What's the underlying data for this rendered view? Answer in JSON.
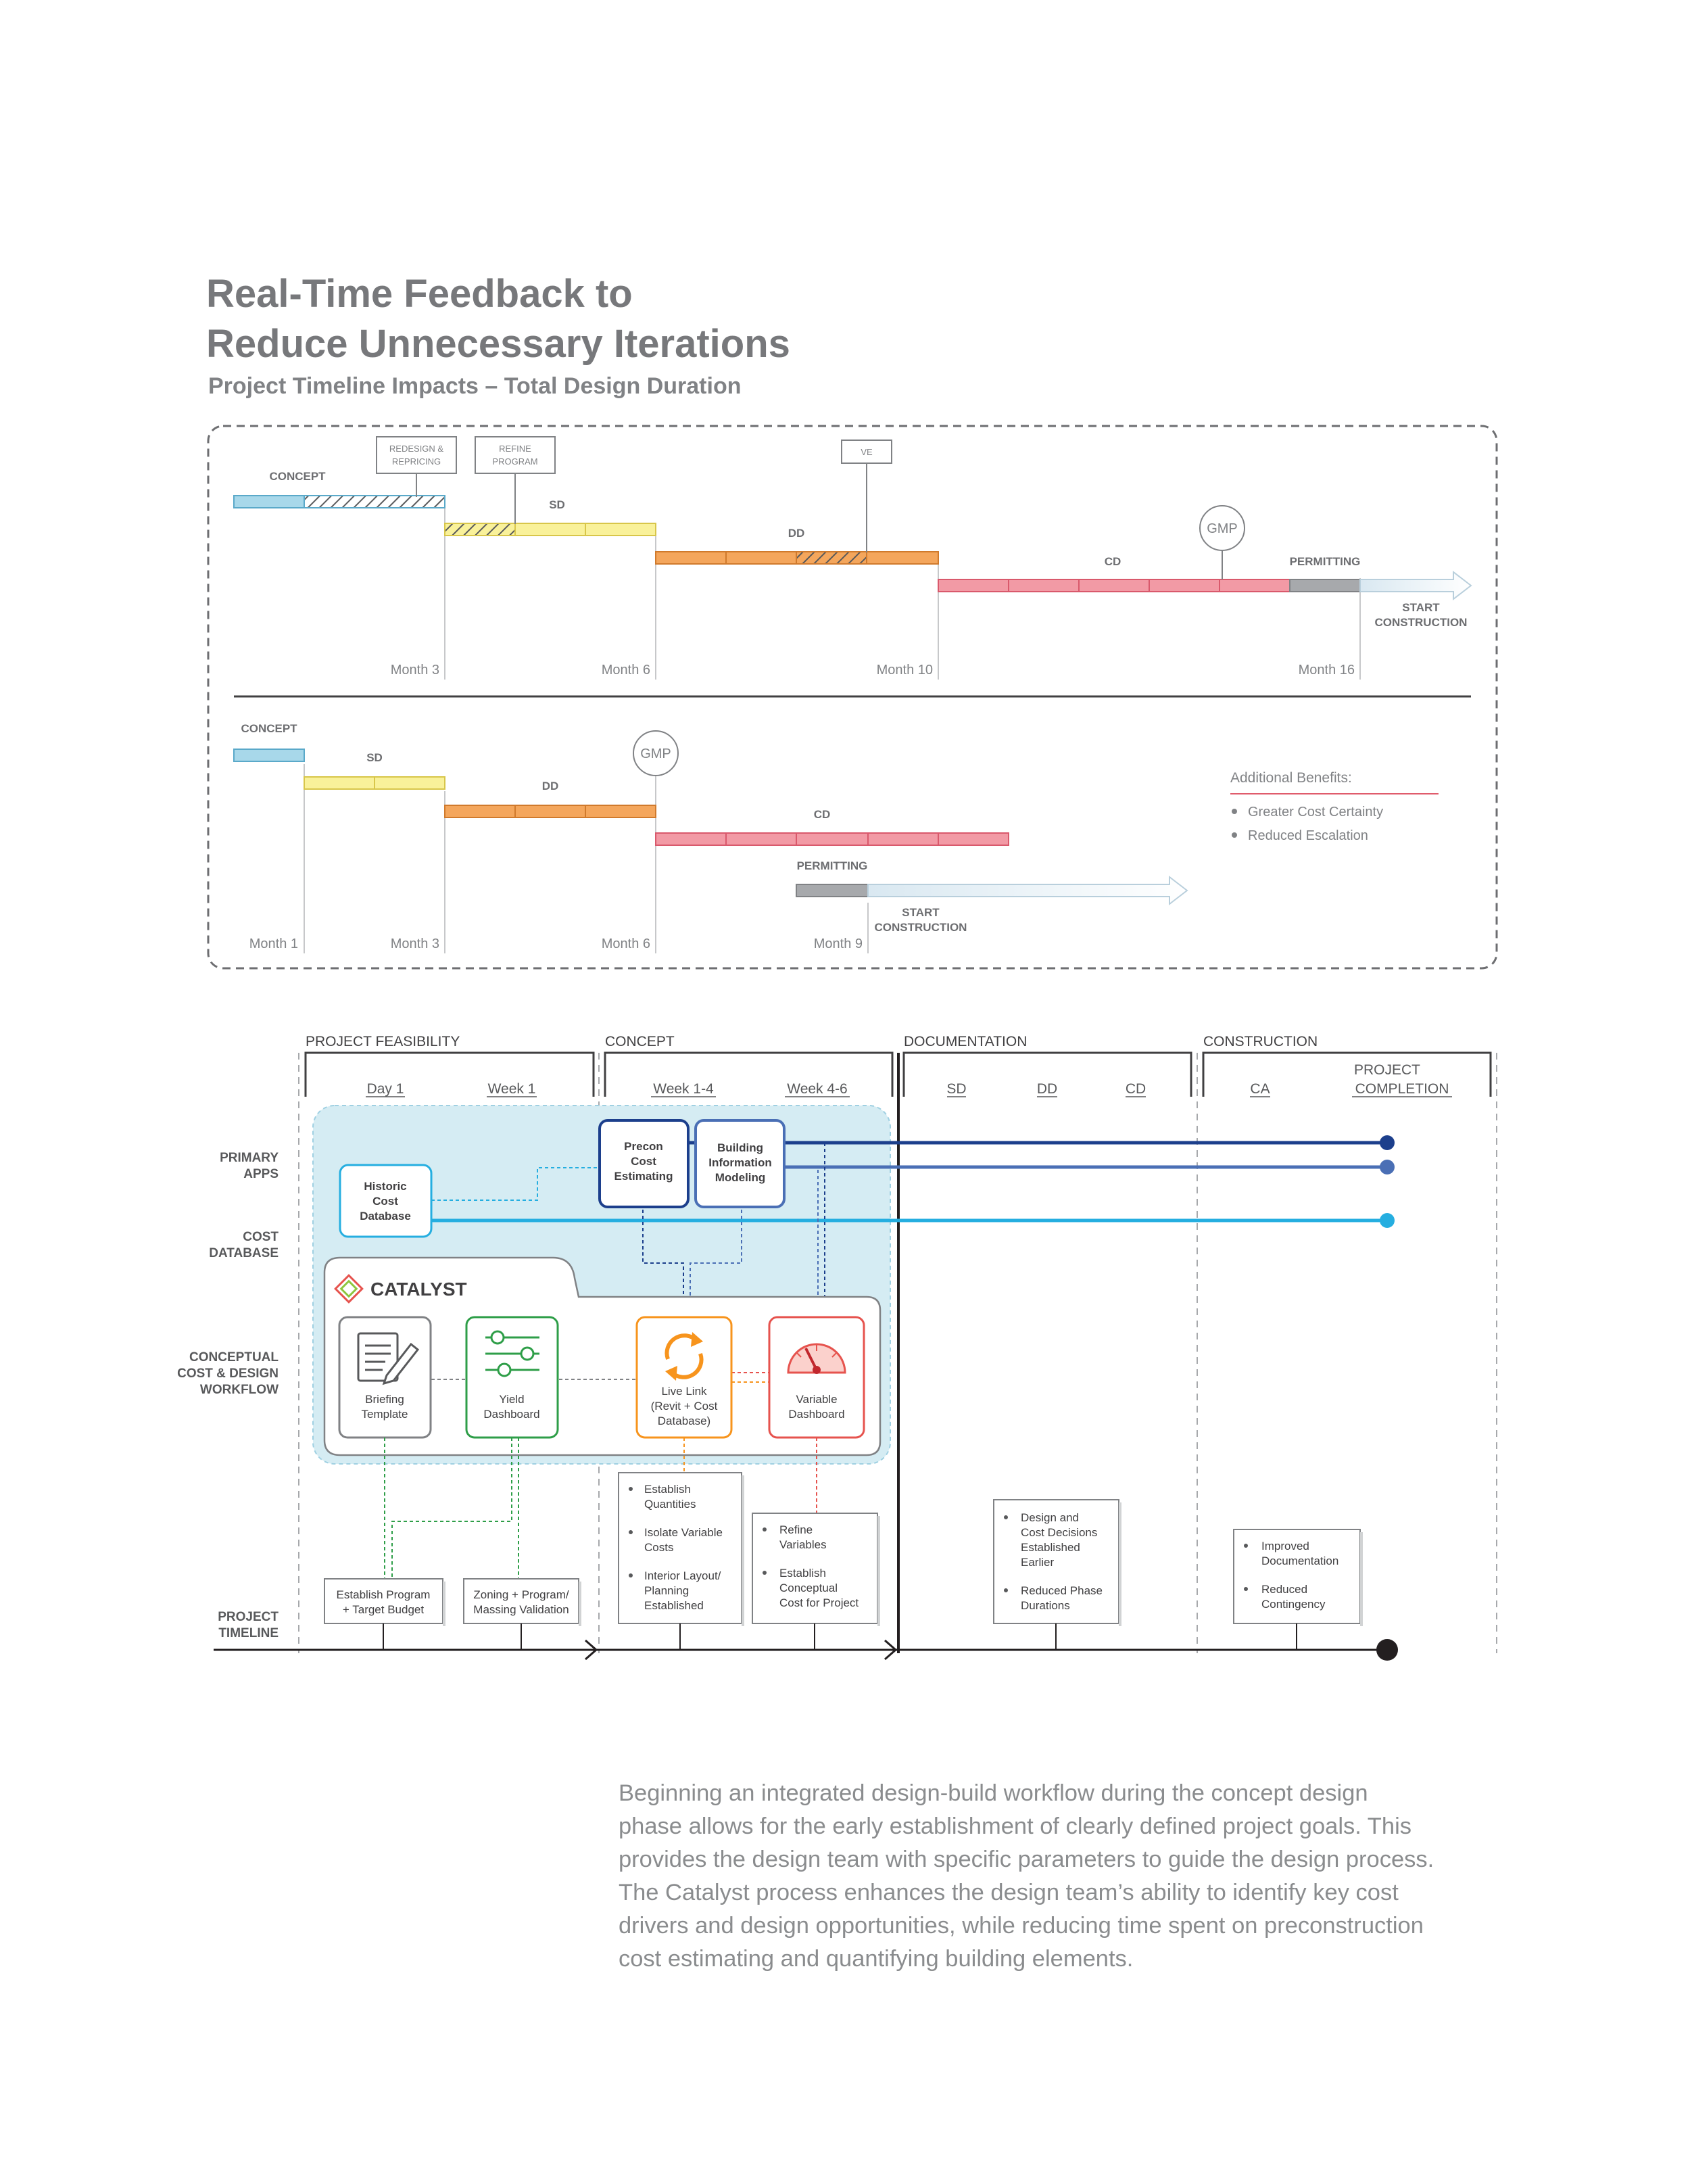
{
  "header": {
    "title_line1": "Real-Time Feedback to",
    "title_line2": "Reduce Unnecessary Iterations",
    "subtitle": "Project Timeline Impacts – Total Design Duration"
  },
  "colors": {
    "concept": "#a8d8ea",
    "sd": "#f9f19a",
    "dd": "#f4a65c",
    "cd": "#f29aa5",
    "permitting": "#a7a9ac",
    "catalyst_panel": "#d5ecf3",
    "app_dark": "#1c3f8c",
    "app_mid": "#4a6fb5",
    "app_light": "#25aee0"
  },
  "timeline_top": {
    "phases": {
      "concept": "CONCEPT",
      "sd": "SD",
      "dd": "DD",
      "cd": "CD",
      "permitting": "PERMITTING",
      "start_construction_1": "START",
      "start_construction_2": "CONSTRUCTION"
    },
    "callouts": {
      "redesign_1": "REDESIGN &",
      "redesign_2": "REPRICING",
      "refine_1": "REFINE",
      "refine_2": "PROGRAM",
      "ve": "VE",
      "gmp": "GMP"
    },
    "months": [
      "Month 3",
      "Month 6",
      "Month 10",
      "Month 16"
    ]
  },
  "timeline_bottom": {
    "phases": {
      "concept": "CONCEPT",
      "sd": "SD",
      "dd": "DD",
      "cd": "CD",
      "permitting": "PERMITTING",
      "start_construction_1": "START",
      "start_construction_2": "CONSTRUCTION"
    },
    "gmp": "GMP",
    "months": [
      "Month 1",
      "Month 3",
      "Month 6",
      "Month 9"
    ],
    "benefits": {
      "heading": "Additional Benefits:",
      "items": [
        "Greater Cost Certainty",
        "Reduced Escalation"
      ]
    }
  },
  "workflow": {
    "stages": {
      "feasibility": "PROJECT FEASIBILITY",
      "concept": "CONCEPT",
      "documentation": "DOCUMENTATION",
      "construction": "CONSTRUCTION"
    },
    "periods": {
      "day1": "Day 1",
      "week1": "Week 1",
      "week1_4": "Week 1-4",
      "week4_6": "Week 4-6",
      "sd": "SD",
      "dd": "DD",
      "cd": "CD",
      "ca": "CA",
      "completion_1": "PROJECT",
      "completion_2": "COMPLETION"
    },
    "rows": {
      "primary_apps": [
        "PRIMARY",
        "APPS"
      ],
      "cost_database": [
        "COST",
        "DATABASE"
      ],
      "conceptual": [
        "CONCEPTUAL",
        "COST & DESIGN",
        "WORKFLOW"
      ],
      "project_timeline": [
        "PROJECT",
        "TIMELINE"
      ]
    },
    "apps": {
      "historic": [
        "Historic",
        "Cost",
        "Database"
      ],
      "precon": [
        "Precon",
        "Cost",
        "Estimating"
      ],
      "bim": [
        "Building",
        "Information",
        "Modeling"
      ]
    },
    "catalyst_label": "CATALYST",
    "tools": {
      "briefing": [
        "Briefing",
        "Template"
      ],
      "yield": [
        "Yield",
        "Dashboard"
      ],
      "live_link": [
        "Live Link",
        "(Revit + Cost",
        "Database)"
      ],
      "variable": [
        "Variable",
        "Dashboard"
      ]
    },
    "notes": {
      "establish_program": [
        "Establish Program",
        "+ Target Budget"
      ],
      "zoning": [
        "Zoning + Program/",
        "Massing Validation"
      ],
      "concept_a": [
        [
          "Establish",
          "Quantities"
        ],
        [
          "Isolate Variable",
          "Costs"
        ],
        [
          "Interior Layout/",
          "Planning",
          "Established"
        ]
      ],
      "concept_b": [
        [
          "Refine",
          "Variables"
        ],
        [
          "Establish",
          "Conceptual",
          "Cost for Project"
        ]
      ],
      "documentation": [
        [
          "Design and",
          "Cost Decisions",
          "Established",
          "Earlier"
        ],
        [
          "Reduced Phase",
          "Durations"
        ]
      ],
      "construction": [
        [
          "Improved",
          "Documentation"
        ],
        [
          "Reduced",
          "Contingency"
        ]
      ]
    }
  },
  "paragraph": [
    "Beginning an integrated design-build workflow during the concept design",
    "phase allows for the early establishment of clearly defined project goals. This",
    "provides the design team with specific parameters to guide the design process.",
    "The Catalyst process enhances the design team’s ability to identify key cost",
    "drivers and design opportunities, while reducing time spent on preconstruction",
    "cost estimating and quantifying building elements."
  ]
}
